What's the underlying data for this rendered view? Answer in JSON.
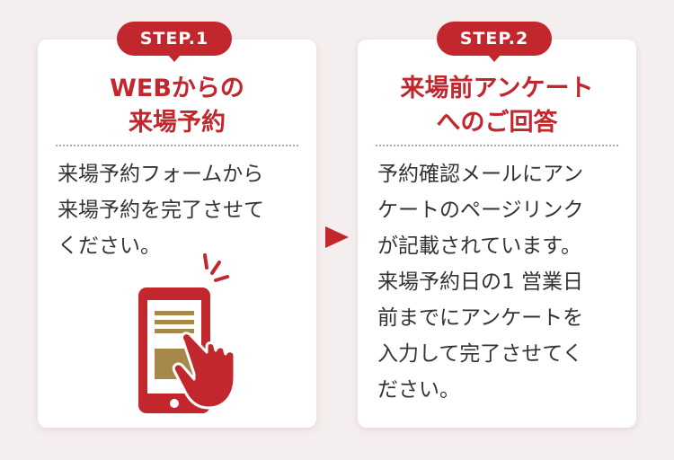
{
  "steps": [
    {
      "badge": "STEP.1",
      "title_lines": [
        "WEBからの",
        "来場予約"
      ],
      "body_lines": [
        "来場予約フォームから",
        "来場予約を完了させて",
        "ください。"
      ]
    },
    {
      "badge": "STEP.2",
      "title_lines": [
        "来場前アンケート",
        "へのご回答"
      ],
      "body_lines": [
        "予約確認メールにアン",
        "ケートのページリンク",
        "が記載されています。",
        "来場予約日の1 営業日",
        "前までにアンケートを",
        "入力して完了させてく",
        "ださい。"
      ]
    }
  ],
  "icons": {
    "step1_illustration": "smartphone-tap-icon",
    "flow_arrow": "arrow-right-icon"
  },
  "colors": {
    "accent": "#c1272d",
    "background": "#f5eeee",
    "card": "#ffffff",
    "text": "#333333",
    "phone_block": "#a6894a"
  }
}
